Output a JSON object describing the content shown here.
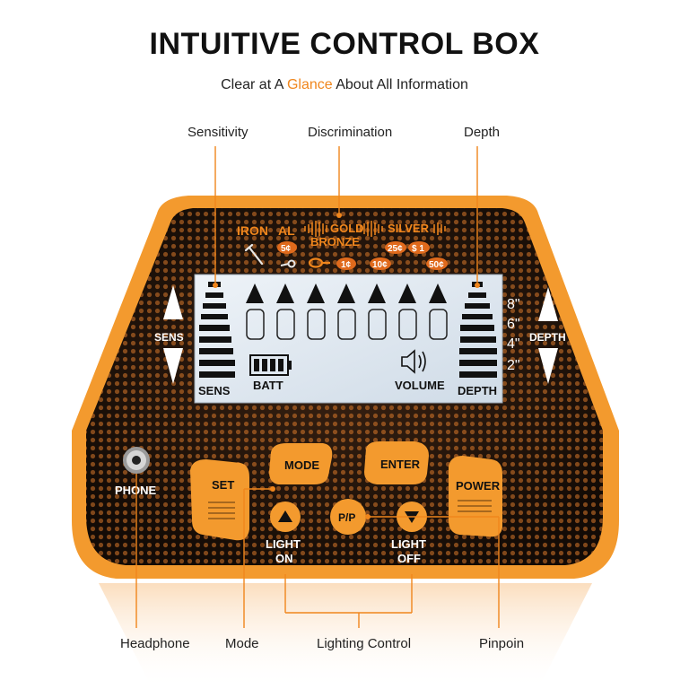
{
  "header": {
    "title": "INTUITIVE CONTROL BOX",
    "subtitle_pre": "Clear at A ",
    "subtitle_accent": "Glance",
    "subtitle_post": " About All Information"
  },
  "callouts": {
    "sensitivity": "Sensitivity",
    "discrimination": "Discrimination",
    "depth": "Depth",
    "headphone": "Headphone",
    "mode": "Mode",
    "lighting_control": "Lighting Control",
    "pinpoint": "Pinpoin"
  },
  "discrimination": {
    "iron": "IRON",
    "al": "AL",
    "gold": "GOLD",
    "bronze": "BRONZE",
    "silver": "SILVER",
    "coin_5c": "5¢",
    "coin_25c": "25¢",
    "coin_1d": "$ 1",
    "coin_1c": "1¢",
    "coin_10c": "10¢",
    "coin_50c": "50¢"
  },
  "lcd": {
    "sens_label": "SENS",
    "batt_label": "BATT",
    "volume_label": "VOLUME",
    "depth_label": "DEPTH"
  },
  "side": {
    "sens": "SENS",
    "depth": "DEPTH",
    "depth_marks": [
      "8\"",
      "6\"",
      "4\"",
      "2\""
    ]
  },
  "buttons": {
    "set": "SET",
    "mode": "MODE",
    "enter": "ENTER",
    "power": "POWER",
    "pp": "P/P",
    "phone": "PHONE",
    "light_on_1": "LIGHT",
    "light_on_2": "ON",
    "light_off_1": "LIGHT",
    "light_off_2": "OFF"
  },
  "colors": {
    "accent": "#f0861c",
    "body_orange": "#f39a2e",
    "face_dark": "#1c120c",
    "lcd": "#dfe8f1"
  }
}
